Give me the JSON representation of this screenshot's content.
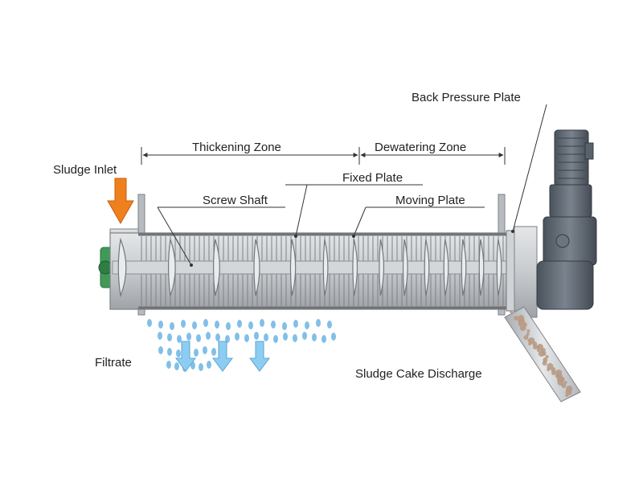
{
  "labels": {
    "sludge_inlet": "Sludge Inlet",
    "thickening_zone": "Thickening Zone",
    "dewatering_zone": "Dewatering Zone",
    "back_pressure_plate": "Back Pressure Plate",
    "fixed_plate": "Fixed Plate",
    "screw_shaft": "Screw Shaft",
    "moving_plate": "Moving Plate",
    "filtrate": "Filtrate",
    "sludge_cake_discharge": "Sludge Cake Discharge"
  },
  "colors": {
    "inlet_arrow": "#f07f1e",
    "filtrate_arrow": "#8ecdf2",
    "droplet": "#6cb4e4",
    "machine_body": "#c8cbce",
    "motor": "#5e6670",
    "hub": "#3f9a57",
    "cake": "#b89a84"
  },
  "icons": {
    "inlet_arrow": "down-arrow",
    "filtrate_arrows": "down-arrow"
  }
}
